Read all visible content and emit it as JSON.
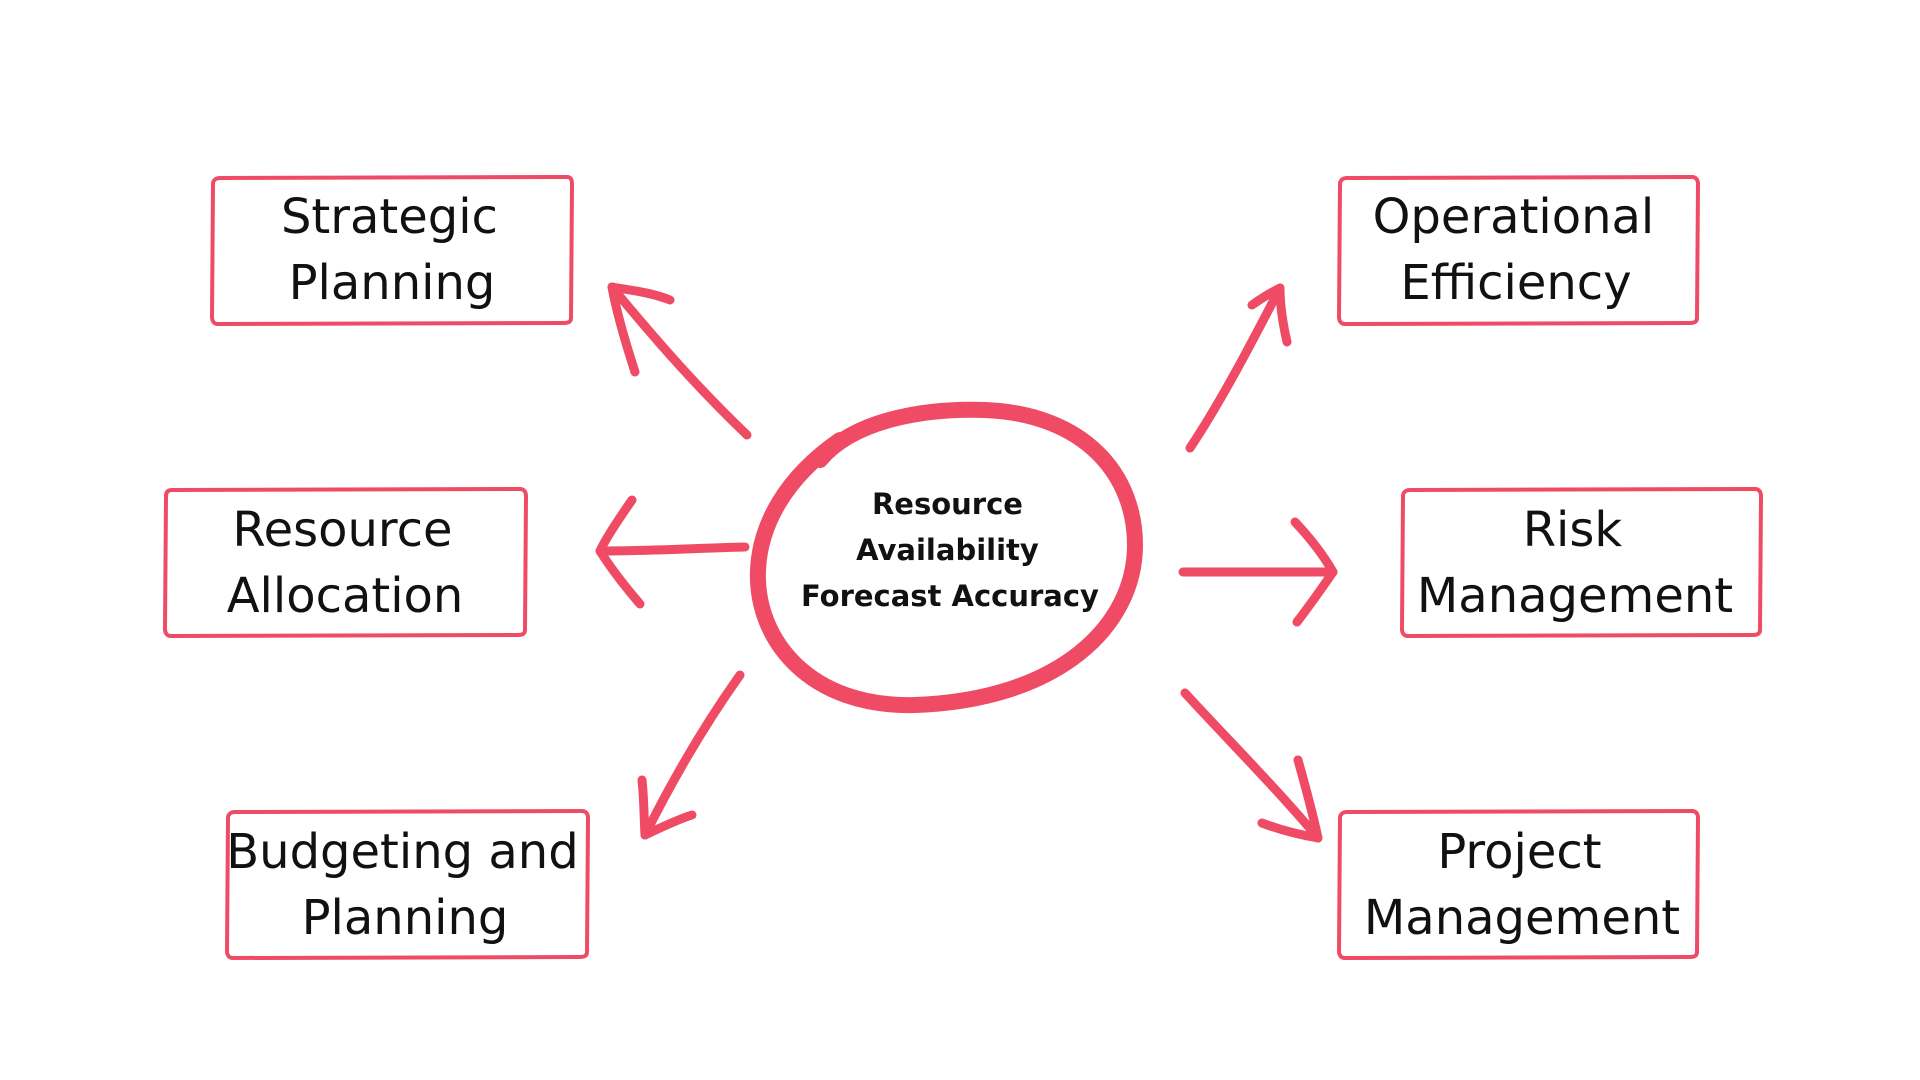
{
  "colors": {
    "accent": "#ef4b65",
    "text": "#111111",
    "background": "#ffffff"
  },
  "center": {
    "lines": [
      "Resource",
      "Availability",
      "Forecast Accuracy"
    ]
  },
  "nodes": [
    {
      "id": "strategic-planning",
      "lines": [
        "Strategic",
        "Planning"
      ]
    },
    {
      "id": "resource-allocation",
      "lines": [
        "Resource",
        "Allocation"
      ]
    },
    {
      "id": "budgeting-and-planning",
      "lines": [
        "Budgeting and",
        "Planning"
      ]
    },
    {
      "id": "operational-efficiency",
      "lines": [
        "Operational",
        "Efficiency"
      ]
    },
    {
      "id": "risk-management",
      "lines": [
        "Risk",
        "Management"
      ]
    },
    {
      "id": "project-management",
      "lines": [
        "Project",
        "Management"
      ]
    }
  ]
}
